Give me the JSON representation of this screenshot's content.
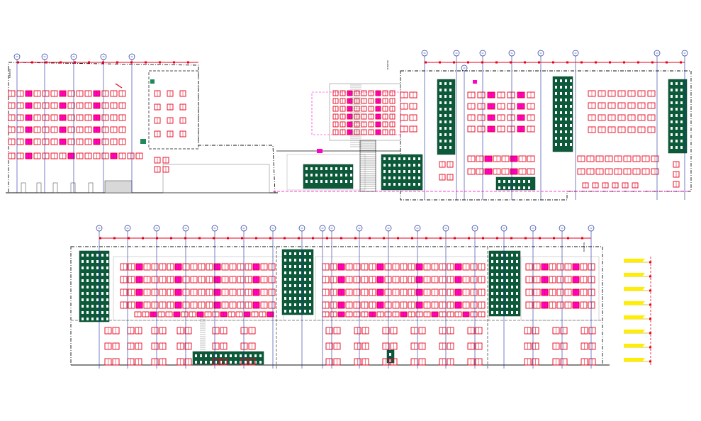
{
  "colors": {
    "window": "#e8001c",
    "accent": "#ff00cc",
    "vegetation": "#0c5a3a",
    "grid": "#1d2f9c",
    "outline": "#111111",
    "marker": "#ffee00"
  },
  "elevations": [
    {
      "name": "elevation-1",
      "label": "ELEVATION"
    },
    {
      "name": "elevation-2",
      "label": "ELEVATION"
    },
    {
      "name": "elevation-3",
      "label": "ELEVATION"
    }
  ],
  "level_markers": {
    "count": 8
  }
}
